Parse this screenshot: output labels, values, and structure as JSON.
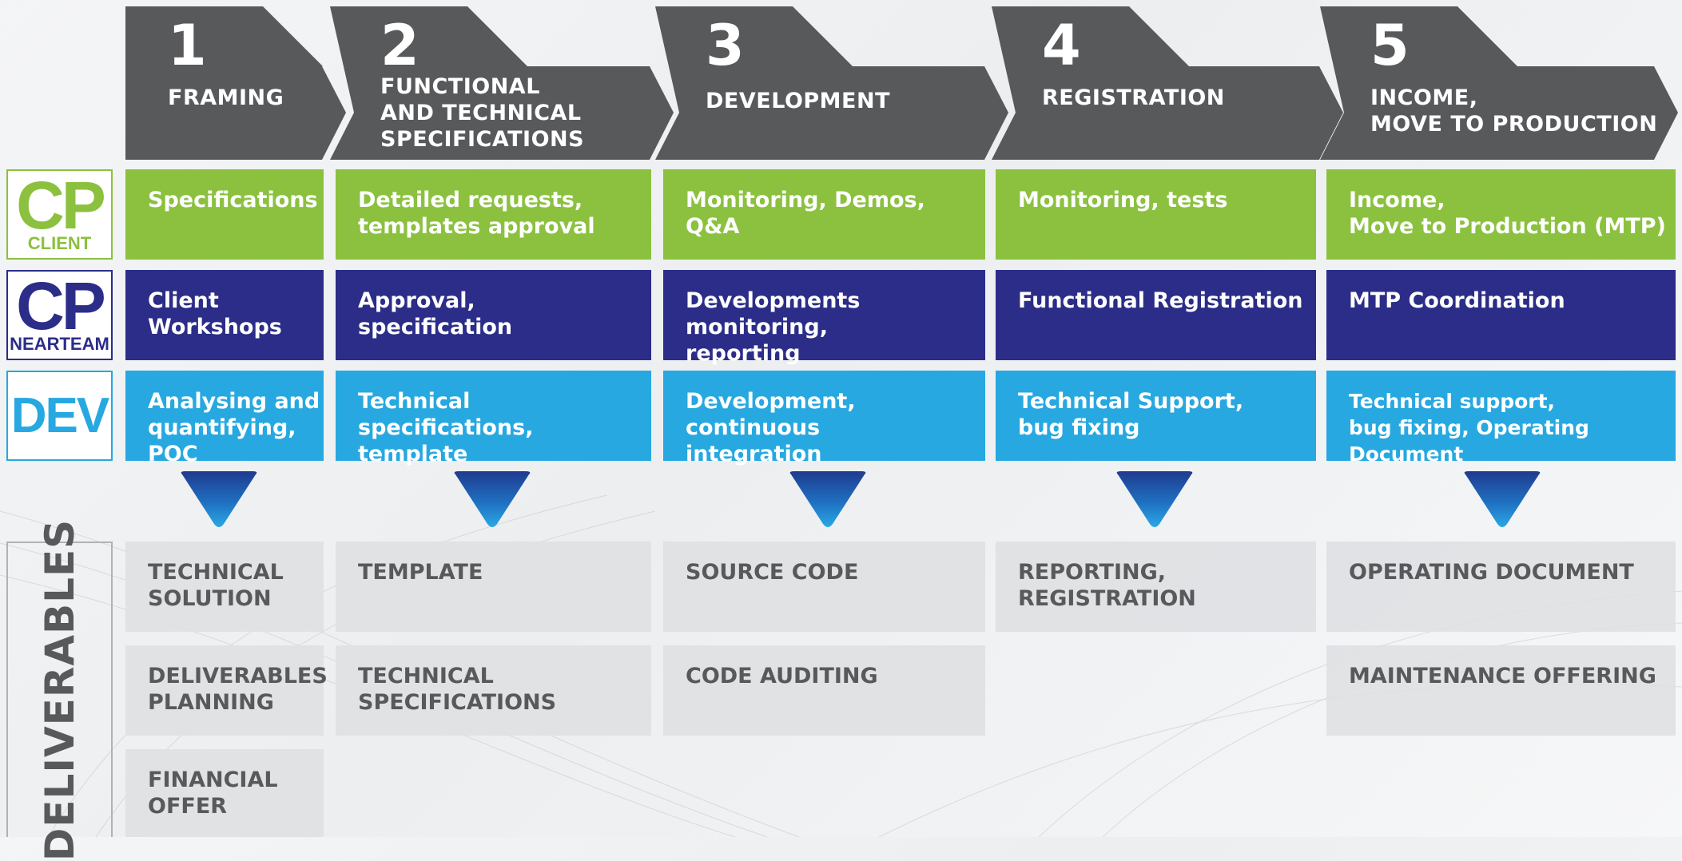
{
  "phases": [
    {
      "num": "1",
      "title": "FRAMING"
    },
    {
      "num": "2",
      "title": "FUNCTIONAL\nAND TECHNICAL\nSPECIFICATIONS"
    },
    {
      "num": "3",
      "title": "DEVELOPMENT"
    },
    {
      "num": "4",
      "title": "REGISTRATION"
    },
    {
      "num": "5",
      "title": "INCOME,\nMOVE TO PRODUCTION"
    }
  ],
  "lanes": {
    "client": {
      "big": "CP",
      "small": "CLIENT",
      "color": "#8bc13f",
      "cells": [
        "Specifications",
        "Detailed requests,\ntemplates approval",
        "Monitoring, Demos,\nQ&A",
        "Monitoring, tests",
        "Income,\nMove to Production (MTP)"
      ]
    },
    "nearteam": {
      "big": "CP",
      "small": "NEARTEAM",
      "color": "#2b2d88",
      "cells": [
        "Client\nWorkshops",
        "Approval,\nspecification",
        "Developments monitoring,\nreporting",
        "Functional Registration",
        "MTP Coordination"
      ]
    },
    "dev": {
      "big": "DEV",
      "color": "#27a8e0",
      "cells": [
        "Analysing and\nquantifying, POC",
        "Technical specifications,\ntemplate",
        "Development, continuous\nintegration",
        "Technical Support,\nbug fixing",
        "Technical support,\nbug fixing, Operating Document"
      ]
    }
  },
  "deliverables": {
    "label": "DELIVERABLES",
    "columns": [
      [
        "TECHNICAL\nSOLUTION",
        "DELIVERABLES\nPLANNING",
        "FINANCIAL\nOFFER"
      ],
      [
        "TEMPLATE",
        "TECHNICAL\nSPECIFICATIONS"
      ],
      [
        "SOURCE CODE",
        "CODE AUDITING"
      ],
      [
        "REPORTING,\nREGISTRATION"
      ],
      [
        "OPERATING DOCUMENT",
        "MAINTENANCE OFFERING"
      ]
    ]
  },
  "colors": {
    "header": "#58595b",
    "client": "#8bc13f",
    "nearteam": "#2b2d88",
    "dev": "#27a8e0",
    "deliverable": "#e0e1e3"
  }
}
